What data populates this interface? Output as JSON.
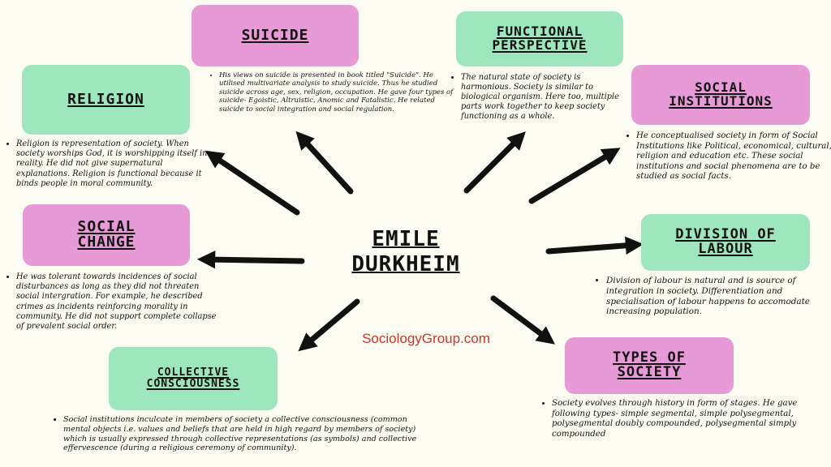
{
  "center": {
    "title_line1": "EMILE",
    "title_line2": "DURKHEIM",
    "watermark": "SociologyGroup.com"
  },
  "colors": {
    "green_box": "#9ee6bd",
    "pink_box": "#e79ad6",
    "background": "#fdfcf3",
    "arrow": "#111111",
    "watermark": "#c8362c"
  },
  "nodes": {
    "suicide": {
      "title": "SUICIDE",
      "color": "pink",
      "text": "His views on suicide is presented in book titled \"Suicide\". He utilised multivariate analysis to study suicide. Thus he studied suicide across age, sex, religion, occupation. He gave four types of suicide- Egoistic, Altruistic, Anomic and Fatalistic. He related suicide to social integration and social regulation."
    },
    "functional_perspective": {
      "title": "FUNCTIONAL PERSPECTIVE",
      "color": "green",
      "text": "The natural state of society is harmonious. Society is similar to biological organism. Here too, multiple parts work together to keep society functioning as a whole."
    },
    "religion": {
      "title": "RELIGION",
      "color": "green",
      "text": "Religion is representation of society. When society worships God, it is worshipping itself in reality. He did not give supernatural explanations. Religion is functional because it binds people in moral community."
    },
    "social_institutions": {
      "title": "SOCIAL INSTITUTIONS",
      "color": "pink",
      "text": "He conceptualised society in form of Social Institutions like Political, economical, cultural, religion and education etc. These social institutions and social phenomena are to be studied as social facts."
    },
    "social_change": {
      "title": "SOCIAL CHANGE",
      "color": "pink",
      "text": "He was tolerant towards incidences of social disturbances as long as they did not threaten social intergration. For example, he described crimes as incidents reinforcing morality in community. He did not support complete collapse of prevalent social order."
    },
    "division_of_labour": {
      "title": "DIVISION OF LABOUR",
      "color": "green",
      "text": "Division of labour is natural and is source of integration in society. Differentiation and specialisation of labour happens to accomodate increasing population."
    },
    "collective_consciousness": {
      "title": "COLLECTIVE CONSCIOUSNESS",
      "color": "green",
      "text": "Social institutions inculcate in members of society a collective consciousness (common mental objects i.e. values and beliefs that are held in high regard by members of society) which is usually expressed through collective representations (as symbols) and collective effervescence (during a religious ceremony of community)."
    },
    "types_of_society": {
      "title": "TYPES OF SOCIETY",
      "color": "pink",
      "text": "Society evolves through history in form of stages. He gave following types- simple segmental, simple polysegmental, polysegmental doubly compounded, polysegmental simply compounded"
    }
  }
}
